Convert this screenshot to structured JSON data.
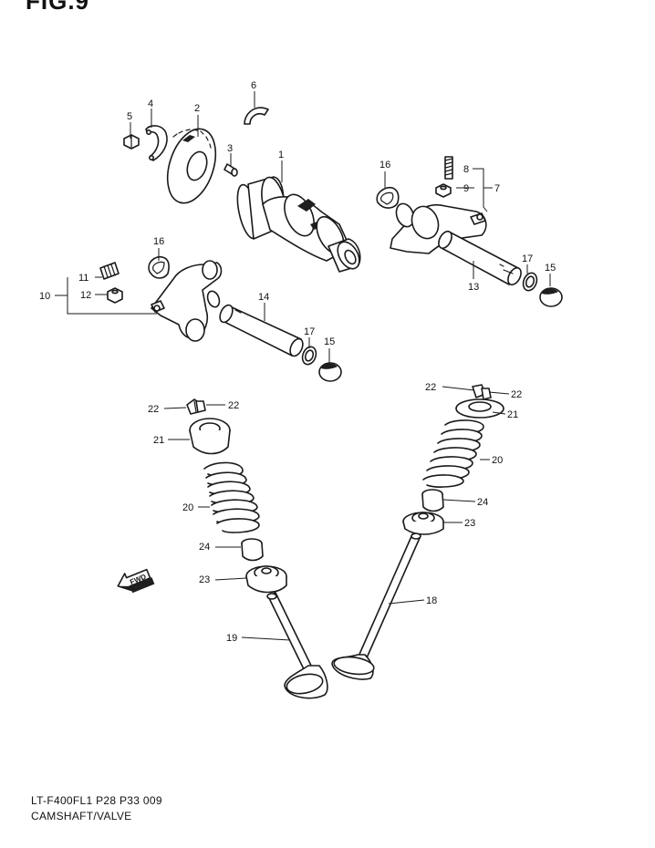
{
  "figure": {
    "title": "FIG.9"
  },
  "direction_arrow": {
    "label": "FWD",
    "icon": "fwd-arrow-icon"
  },
  "footer": {
    "model_code": "LT-F400FL1  P28  P33  009",
    "section_name": "CAMSHAFT/VALVE"
  },
  "callouts": [
    {
      "id": "c1",
      "number": "1"
    },
    {
      "id": "c2",
      "number": "2"
    },
    {
      "id": "c3",
      "number": "3"
    },
    {
      "id": "c4",
      "number": "4"
    },
    {
      "id": "c5",
      "number": "5"
    },
    {
      "id": "c6",
      "number": "6"
    },
    {
      "id": "c7",
      "number": "7"
    },
    {
      "id": "c8",
      "number": "8"
    },
    {
      "id": "c9",
      "number": "9"
    },
    {
      "id": "c16a",
      "number": "16"
    },
    {
      "id": "c13",
      "number": "13"
    },
    {
      "id": "c17a",
      "number": "17"
    },
    {
      "id": "c15a",
      "number": "15"
    },
    {
      "id": "c16b",
      "number": "16"
    },
    {
      "id": "c11",
      "number": "11"
    },
    {
      "id": "c10",
      "number": "10"
    },
    {
      "id": "c12",
      "number": "12"
    },
    {
      "id": "c14",
      "number": "14"
    },
    {
      "id": "c17b",
      "number": "17"
    },
    {
      "id": "c15b",
      "number": "15"
    },
    {
      "id": "c22a",
      "number": "22"
    },
    {
      "id": "c22b",
      "number": "22"
    },
    {
      "id": "c21a",
      "number": "21"
    },
    {
      "id": "c20a",
      "number": "20"
    },
    {
      "id": "c24a",
      "number": "24"
    },
    {
      "id": "c23a",
      "number": "23"
    },
    {
      "id": "c19",
      "number": "19"
    },
    {
      "id": "c22c",
      "number": "22"
    },
    {
      "id": "c22d",
      "number": "22"
    },
    {
      "id": "c21b",
      "number": "21"
    },
    {
      "id": "c20b",
      "number": "20"
    },
    {
      "id": "c24b",
      "number": "24"
    },
    {
      "id": "c23b",
      "number": "23"
    },
    {
      "id": "c18",
      "number": "18"
    }
  ]
}
